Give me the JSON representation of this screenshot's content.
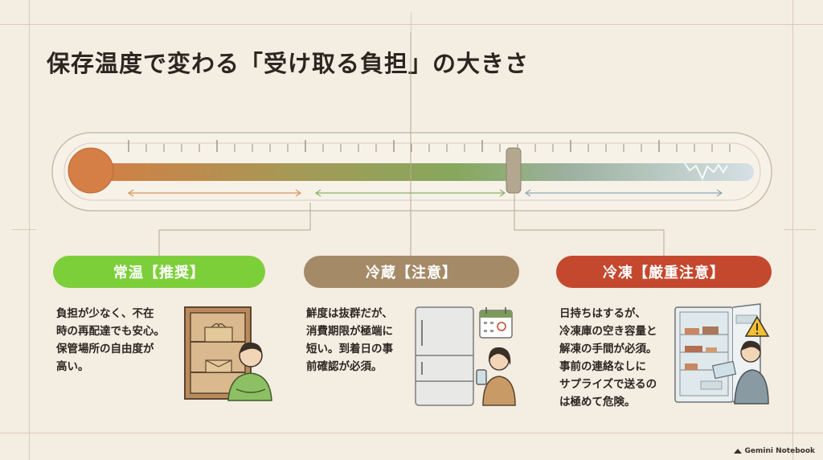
{
  "title": "保存温度で変わる「受け取る負担」の大きさ",
  "colors": {
    "normal": "#7dcf3a",
    "fridge": "#a58a67",
    "freezer": "#c4482e",
    "bulb": "#d57e45",
    "background": "#f3ede2"
  },
  "categories": [
    {
      "label": "常温【推奨】",
      "description": "負担が少なく、不在\n時の再配達でも安心。\n保管場所の自由度が\n高い。",
      "illustration": "shelf-person"
    },
    {
      "label": "冷蔵【注意】",
      "description": "鮮度は抜群だが、\n消費期限が極端に\n短い。到着日の事\n前確認が必須。",
      "illustration": "fridge-calendar-person"
    },
    {
      "label": "冷凍【厳重注意】",
      "description": "日持ちはするが、\n冷凍庫の空き容量と\n解凍の手間が必須。\n事前の連絡なしに\nサプライズで送るの\nは極めて危険。",
      "illustration": "freezer-warning-person"
    }
  ],
  "brand": "Gemini Notebook"
}
